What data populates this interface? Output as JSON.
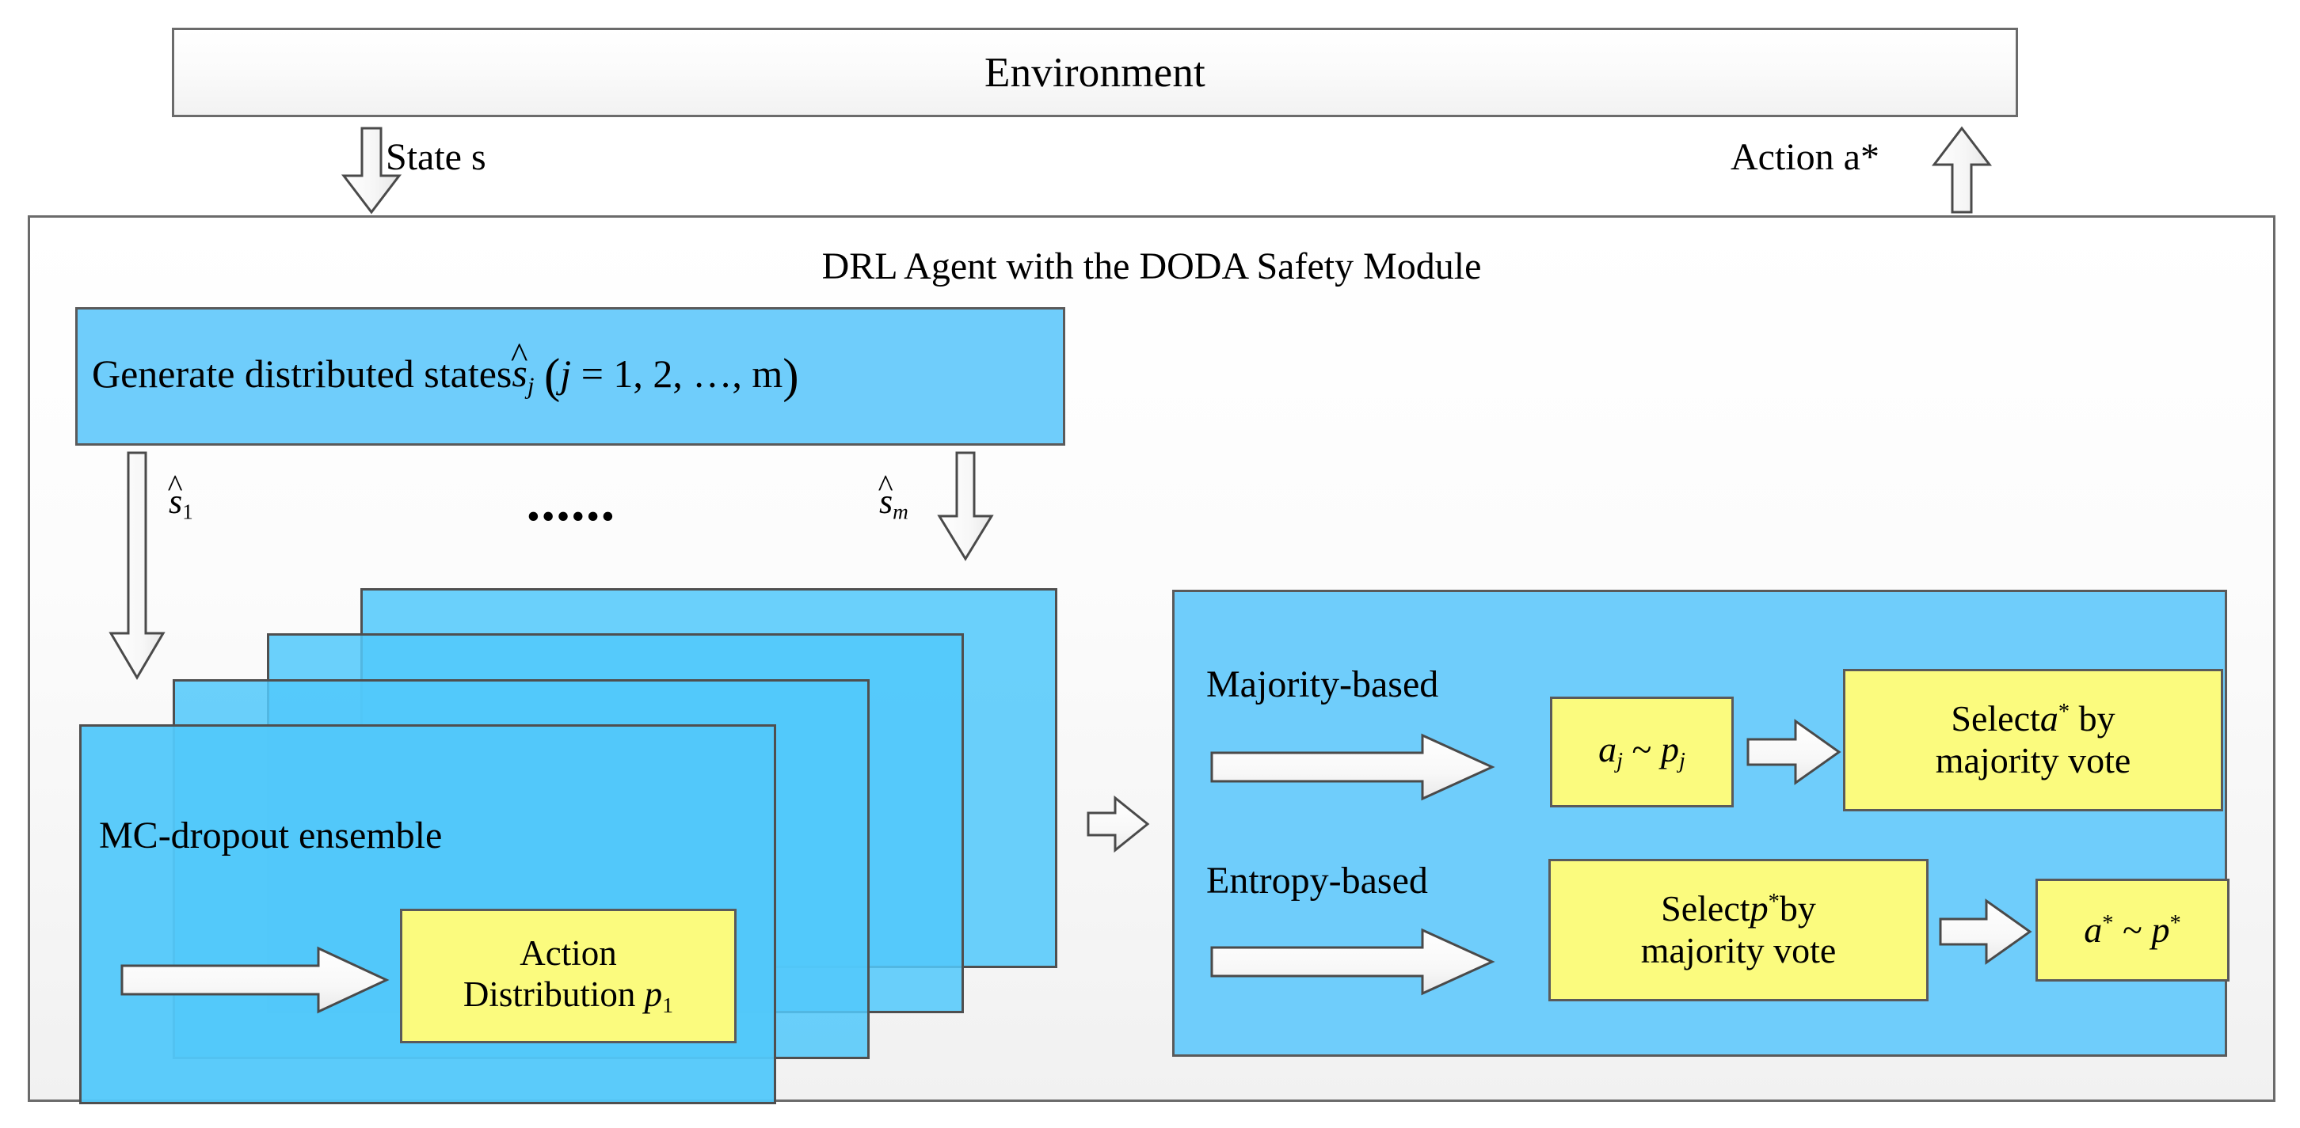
{
  "colors": {
    "blue_fill": "#6fcdfb",
    "yellow_fill": "#fbfb7e",
    "box_border": "#5a5a5a",
    "outer_border": "#6b6b6b",
    "page_background": "#ffffff",
    "arrow_fill": "#f2f2f2",
    "arrow_stroke": "#4a4a4a"
  },
  "environment": {
    "label": "Environment"
  },
  "flow": {
    "state_label": "State s",
    "action_label": "Action a*",
    "state_arrow_icon": "arrow-down-icon",
    "action_arrow_icon": "arrow-up-icon"
  },
  "agent": {
    "title": "DRL Agent with the DODA Safety Module",
    "generate_states": {
      "prefix": "Generate distributed states",
      "symbol_base": "s",
      "symbol_hat": "^",
      "symbol_sub": "j",
      "range_expr": "( j = 1, 2, …, m)",
      "range_open": "(",
      "range_var": "j",
      "range_body": "= 1, 2, …, m",
      "range_close": ")"
    },
    "branch_labels": {
      "first": "ŝ₁",
      "first_base": "s",
      "first_sub": "1",
      "last_base": "s",
      "last_sub": "m",
      "ellipsis": "••••••"
    },
    "ensemble": {
      "card_label": "MC-dropout ensemble",
      "card_count": 4,
      "action_distribution": {
        "line1": "Action",
        "line2_prefix": "Distribution",
        "line2_symbol": "p",
        "line2_sub": "1"
      }
    },
    "decision": {
      "majority": {
        "method_label": "Majority-based",
        "sample_box": {
          "a_base": "a",
          "a_sub": "j",
          "tilde": "~",
          "p_base": "p",
          "p_sub": "j"
        },
        "result_box": {
          "line1_prefix": "Select",
          "line1_symbol": "a",
          "line1_sup": "*",
          "line1_suffix": "by",
          "line2": "majority vote"
        }
      },
      "entropy": {
        "method_label": "Entropy-based",
        "select_box": {
          "line1_prefix": "Select",
          "line1_symbol": "p",
          "line1_sup": "*",
          "line1_suffix": "by",
          "line2": "majority vote"
        },
        "result_box": {
          "a_base": "a",
          "a_sup": "*",
          "tilde": "~",
          "p_base": "p",
          "p_sup": "*"
        }
      }
    }
  }
}
